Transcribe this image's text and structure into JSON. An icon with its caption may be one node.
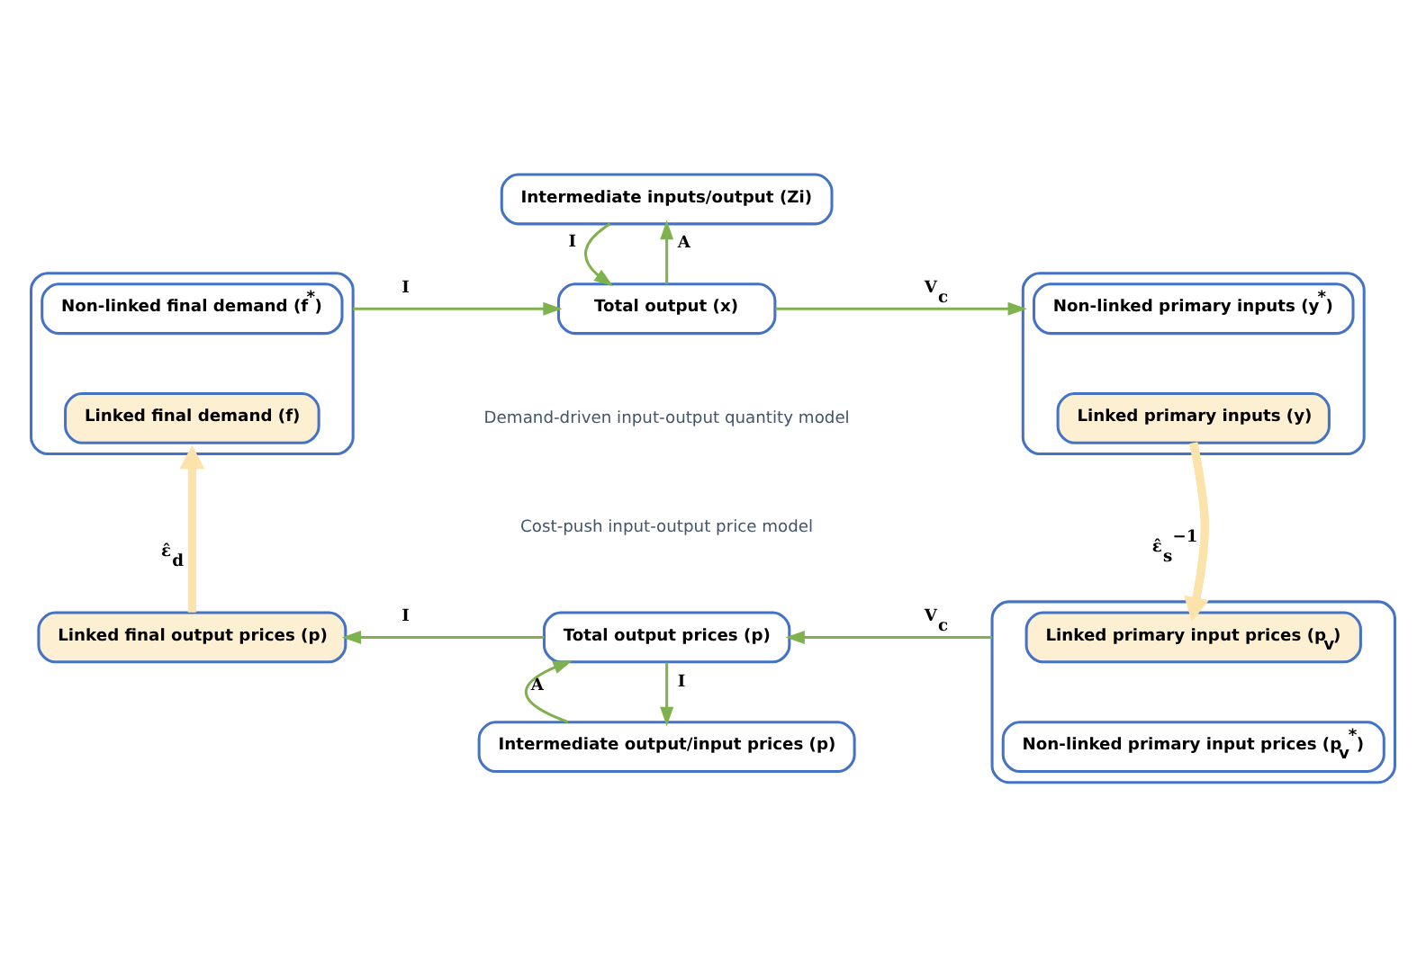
{
  "diagram": {
    "nodes": [
      {
        "text": [
          "Intermediate inputs/output (Zi)"
        ]
      },
      {
        "text": [],
        "shape": "box"
      },
      {
        "text": [
          "Non-linked final demand (f$^{*}$)"
        ],
        "in": 1
      },
      {
        "text": [
          "Linked final demand (f)"
        ],
        "in": 1
      },
      {
        "text": [
          "Total output (x)"
        ]
      },
      {
        "text": [],
        "shape": "box"
      },
      {
        "text": [
          "Non-linked primary inputs (y$^{*}$)"
        ],
        "in": 5
      },
      {
        "text": [
          "Linked primary inputs (y)"
        ],
        "in": 5
      },
      {
        "text": [
          "Linked final output prices (p)"
        ]
      },
      {
        "text": [
          "Total output prices (p)"
        ]
      },
      {
        "text": [],
        "shape": "box"
      },
      {
        "text": [
          "Linked primary input prices (p$_{v}$)"
        ],
        "in": 10
      },
      {
        "text": [
          "Non-linked primary input prices (p$_{v}$$^{*}$)"
        ],
        "in": 10
      },
      {
        "text": [
          "Intermediate output/input prices (p)"
        ]
      }
    ],
    "edges": [
      {
        "from": 1,
        "to": 4,
        "arrow": "to",
        "label": "I"
      },
      {
        "from": 4,
        "to": 0,
        "arrow": "to",
        "label": "A"
      },
      {
        "from": 0,
        "to": 4,
        "arrow": "to",
        "label": "I"
      },
      {
        "from": 4,
        "to": 5,
        "arrow": "to",
        "label": "V$_{c}$"
      },
      {
        "from": 5,
        "to": 10,
        "arrow": "to",
        "label": "ε̂$_{s}$$^{−1}$",
        "style": "thick",
        "color": "#fbe3ab"
      },
      {
        "from": 10,
        "to": 9,
        "arrow": "to",
        "label": "V$_{c}$"
      },
      {
        "from": 9,
        "to": 8,
        "arrow": "to",
        "label": "I"
      },
      {
        "from": 8,
        "to": 1,
        "arrow": "to",
        "label": "ε̂$_{d}$",
        "style": "thick",
        "color": "#fbe3ab"
      },
      {
        "from": 9,
        "to": 13,
        "arrow": "to",
        "label": "I"
      },
      {
        "from": 13,
        "to": 9,
        "arrow": "to",
        "label": "A"
      }
    ],
    "labels": [
      "Demand-driven input-output quantity model",
      "Cost-push input-output price model"
    ]
  }
}
